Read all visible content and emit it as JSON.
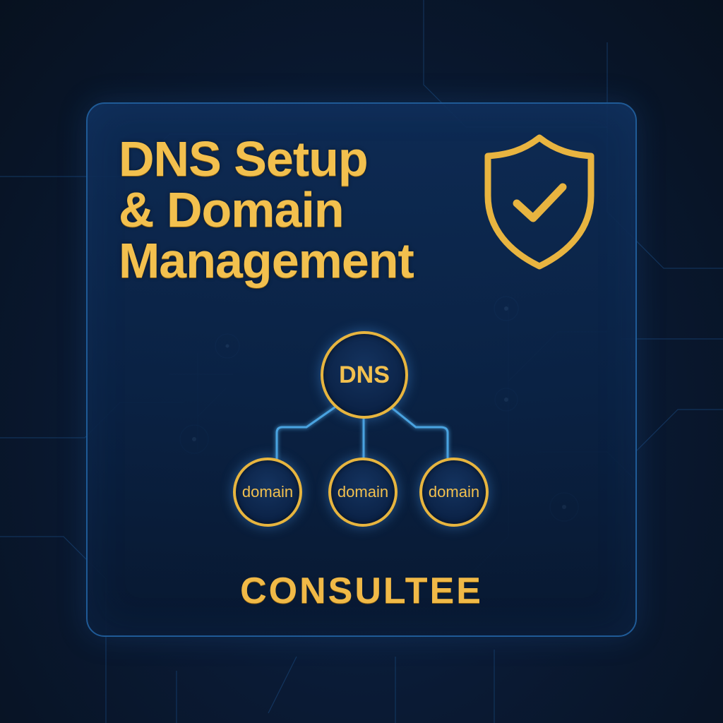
{
  "title": {
    "line1": "DNS Setup",
    "line2": "& Domain",
    "line3": "Management"
  },
  "badge_icon": "shield-check-icon",
  "diagram": {
    "root": {
      "label": "DNS"
    },
    "children": [
      {
        "label": "domain"
      },
      {
        "label": "domain"
      },
      {
        "label": "domain"
      }
    ],
    "connector_color": "#4aa3e0"
  },
  "brand": {
    "name": "CONSULTEE"
  },
  "colors": {
    "gold": "#f2c04e",
    "background": "#0a1a34",
    "card": "#0e2c56",
    "card_border": "#1f5a96",
    "glow_blue": "#4aa3e0"
  }
}
